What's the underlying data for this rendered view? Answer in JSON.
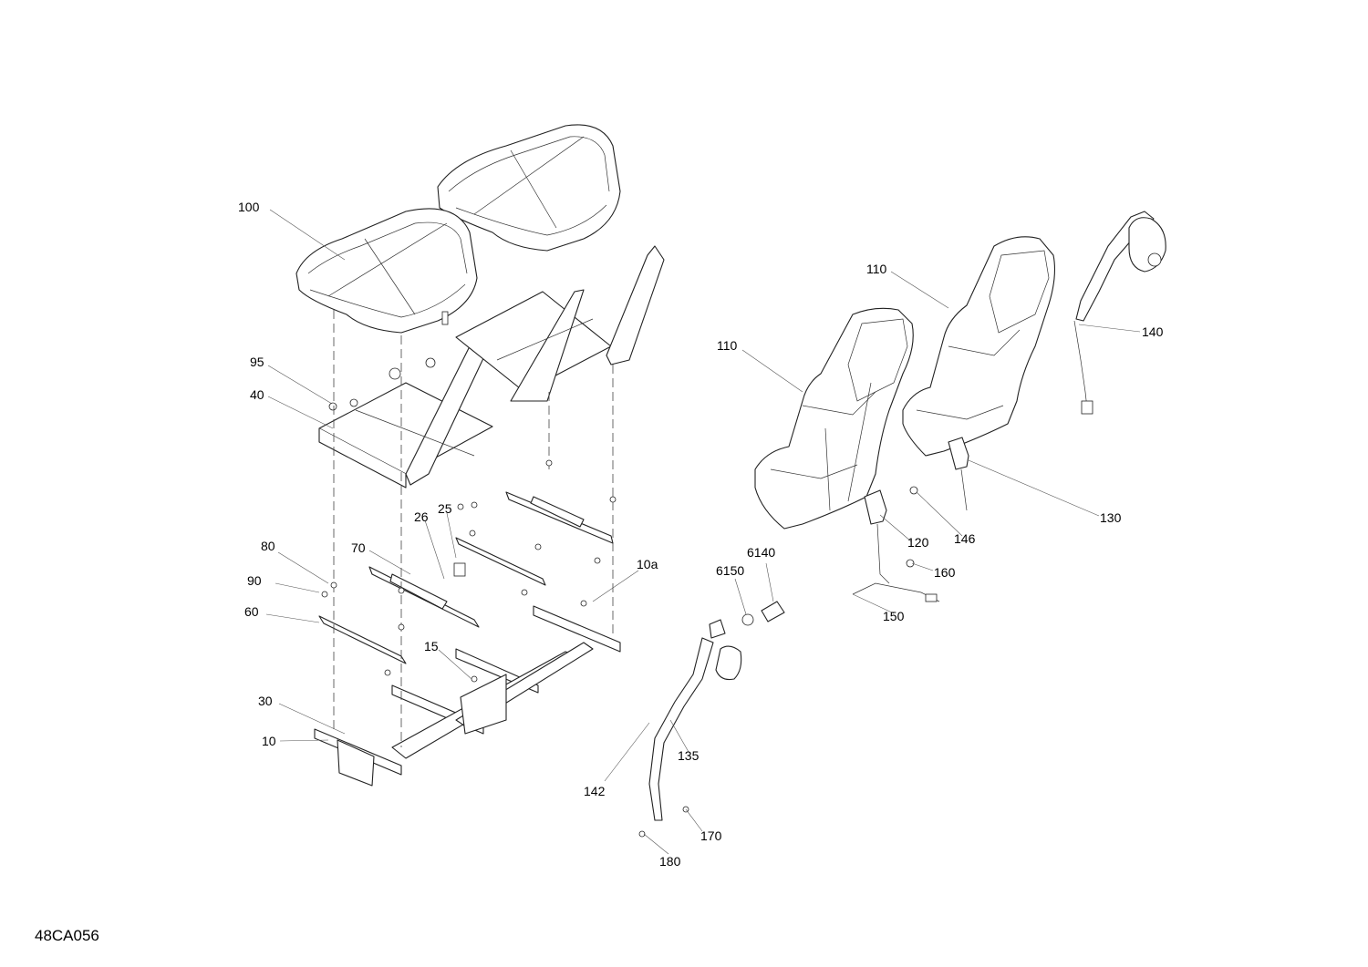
{
  "drawing_ref": "48CA056",
  "callouts": [
    {
      "id": "c100",
      "text": "100"
    },
    {
      "id": "c95",
      "text": "95"
    },
    {
      "id": "c40",
      "text": "40"
    },
    {
      "id": "c26",
      "text": "26"
    },
    {
      "id": "c25",
      "text": "25"
    },
    {
      "id": "c80",
      "text": "80"
    },
    {
      "id": "c70",
      "text": "70"
    },
    {
      "id": "c90",
      "text": "90"
    },
    {
      "id": "c60",
      "text": "60"
    },
    {
      "id": "c15",
      "text": "15"
    },
    {
      "id": "c10a",
      "text": "10a"
    },
    {
      "id": "c30",
      "text": "30"
    },
    {
      "id": "c10",
      "text": "10"
    },
    {
      "id": "c110a",
      "text": "110"
    },
    {
      "id": "c110b",
      "text": "110"
    },
    {
      "id": "c140",
      "text": "140"
    },
    {
      "id": "c130",
      "text": "130"
    },
    {
      "id": "c120",
      "text": "120"
    },
    {
      "id": "c146",
      "text": "146"
    },
    {
      "id": "c160",
      "text": "160"
    },
    {
      "id": "c150",
      "text": "150"
    },
    {
      "id": "c6140",
      "text": "6140"
    },
    {
      "id": "c6150",
      "text": "6150"
    },
    {
      "id": "c135",
      "text": "135"
    },
    {
      "id": "c142",
      "text": "142"
    },
    {
      "id": "c170",
      "text": "170"
    },
    {
      "id": "c180",
      "text": "180"
    }
  ]
}
